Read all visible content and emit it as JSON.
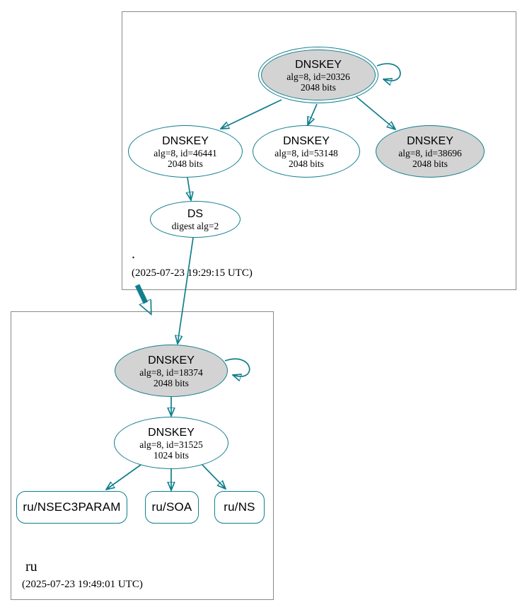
{
  "diagram_type": "DNSSEC authentication chain (DNSViz-style graph)",
  "colors": {
    "edge_and_node_border": "#117e8d",
    "filled_node_background": "#d3d3d3",
    "zone_box_border": "#8a8a8a",
    "text": "#000000"
  },
  "zones": {
    "root": {
      "label": ".",
      "timestamp": "(2025-07-23 19:29:15 UTC)"
    },
    "ru": {
      "label": "ru",
      "timestamp": "(2025-07-23 19:49:01 UTC)"
    }
  },
  "nodes": {
    "root_ksk_20326": {
      "title": "DNSKEY",
      "line2": "alg=8, id=20326",
      "line3": "2048 bits"
    },
    "root_zsk_46441": {
      "title": "DNSKEY",
      "line2": "alg=8, id=46441",
      "line3": "2048 bits"
    },
    "root_zsk_53148": {
      "title": "DNSKEY",
      "line2": "alg=8, id=53148",
      "line3": "2048 bits"
    },
    "root_key_38696": {
      "title": "DNSKEY",
      "line2": "alg=8, id=38696",
      "line3": "2048 bits"
    },
    "root_ds": {
      "title": "DS",
      "line2": "digest alg=2"
    },
    "ru_ksk_18374": {
      "title": "DNSKEY",
      "line2": "alg=8, id=18374",
      "line3": "2048 bits"
    },
    "ru_zsk_31525": {
      "title": "DNSKEY",
      "line2": "alg=8, id=31525",
      "line3": "1024 bits"
    },
    "ru_nsec3param": {
      "label": "ru/NSEC3PARAM"
    },
    "ru_soa": {
      "label": "ru/SOA"
    },
    "ru_ns": {
      "label": "ru/NS"
    }
  }
}
